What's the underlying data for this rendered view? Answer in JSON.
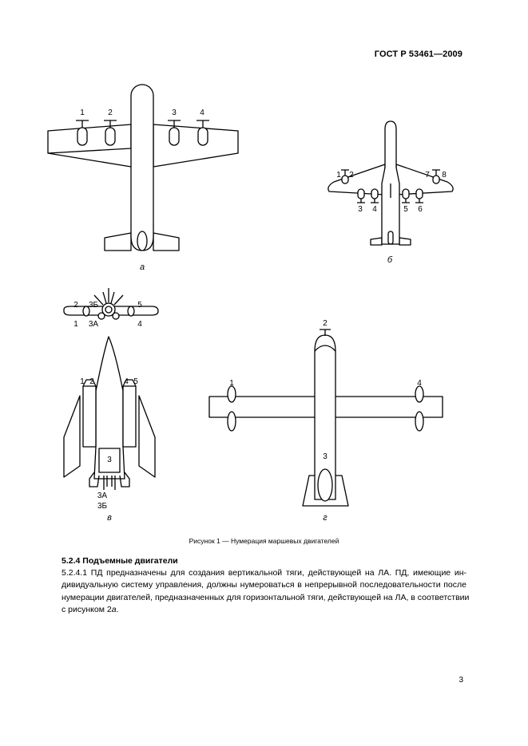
{
  "header": {
    "standard": "ГОСТ Р 53461—2009"
  },
  "figure": {
    "caption": "Рисунок 1 — Нумерация маршевых двигателей",
    "panels": {
      "a": {
        "label": "а",
        "engine_labels": [
          "1",
          "2",
          "3",
          "4"
        ]
      },
      "b": {
        "label": "б",
        "engine_labels": [
          "1",
          "2",
          "3",
          "4",
          "5",
          "6",
          "7",
          "8"
        ]
      },
      "v": {
        "label": "в",
        "top_view_labels": [
          "2",
          "3Б",
          "5",
          "1",
          "3А",
          "4"
        ],
        "bottom_view_labels": [
          "1",
          "2",
          "4",
          "5",
          "3",
          "3А",
          "3Б"
        ]
      },
      "g": {
        "label": "г",
        "engine_labels": [
          "1",
          "2",
          "3",
          "4"
        ]
      }
    }
  },
  "section": {
    "heading": "5.2.4 Подъемные двигатели",
    "lines": [
      "5.2.4.1 ПД предназначены для создания вертикальной тяги, действующей на ЛА. ПД, имеющие ин-",
      "дивидуальную систему управления, должны нумероваться в непрерывной последовательности после",
      "нумерации двигателей, предназначенных для горизонтальной тяги, действующей на ЛА, в соответствии",
      "с рисунком 2",
      "а",
      "."
    ]
  },
  "page": {
    "number": "3"
  }
}
